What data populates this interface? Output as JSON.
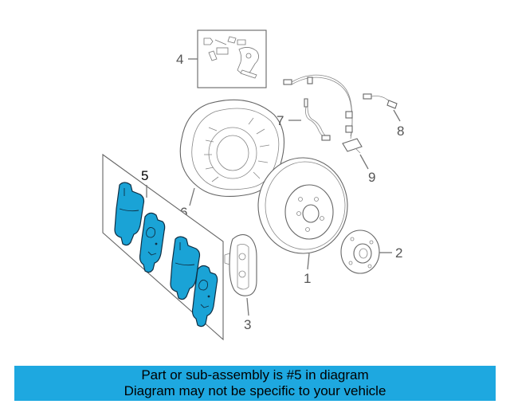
{
  "callouts": {
    "c1": "1",
    "c2": "2",
    "c3": "3",
    "c4": "4",
    "c5": "5",
    "c6": "6",
    "c7": "7",
    "c8": "8",
    "c9": "9"
  },
  "highlighted_part": "5",
  "colors": {
    "highlight": "#1aa3d6",
    "banner": "#1ea8e0",
    "line": "#777777"
  },
  "banner": {
    "line1": "Part or sub-assembly is #5 in diagram",
    "line2": "Diagram may not be specific to your vehicle"
  }
}
